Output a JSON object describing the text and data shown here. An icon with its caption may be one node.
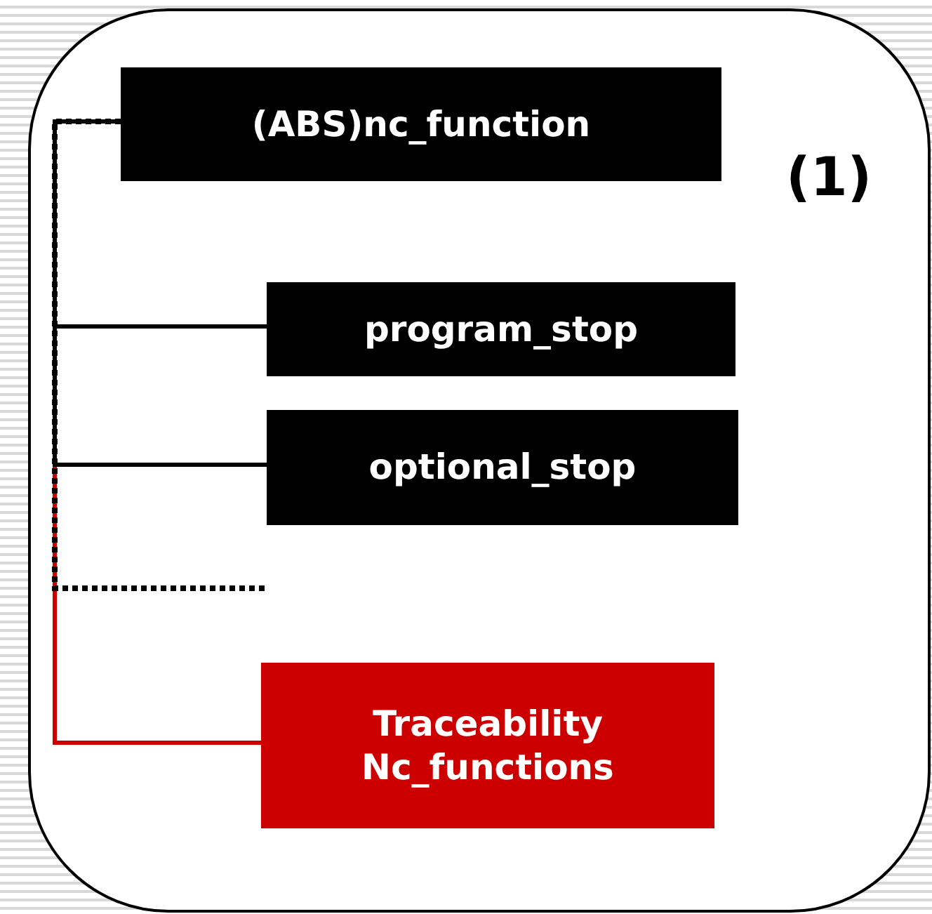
{
  "diagram": {
    "nodes": [
      {
        "text": [
          "(1)"
        ]
      },
      {
        "text": [
          "(ABS)nc_function"
        ],
        "in": 0
      },
      {
        "text": [
          "program_stop"
        ],
        "in": 0
      },
      {
        "text": [
          "optional_stop"
        ],
        "in": 0
      },
      {
        "text": [
          "Traceability Nc_functions"
        ],
        "in": 0
      }
    ],
    "edges": [
      {
        "from": 1,
        "to": 4,
        "arrow": "none",
        "color": "#cc0000"
      },
      {
        "from": 1,
        "to": 2,
        "arrow": "none"
      },
      {
        "from": 1,
        "to": 3,
        "arrow": "none"
      },
      {
        "from": 1,
        "to": null,
        "arrow": "none",
        "style": "dashed"
      }
    ]
  }
}
